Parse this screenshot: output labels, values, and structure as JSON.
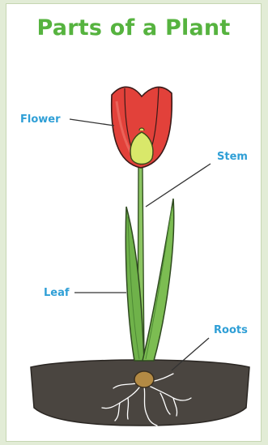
{
  "title": "Parts of a Plant",
  "labels": {
    "flower": "Flower",
    "stem": "Stem",
    "leaf": "Leaf",
    "roots": "Roots"
  },
  "colors": {
    "title": "#56b33f",
    "label": "#2f9fd6",
    "petal": "#e2413a",
    "bud": "#d9e86a",
    "stem": "#8cc562",
    "leaf": "#6fb24a",
    "soil": "#4a4540",
    "background": "#e2ecd6"
  }
}
